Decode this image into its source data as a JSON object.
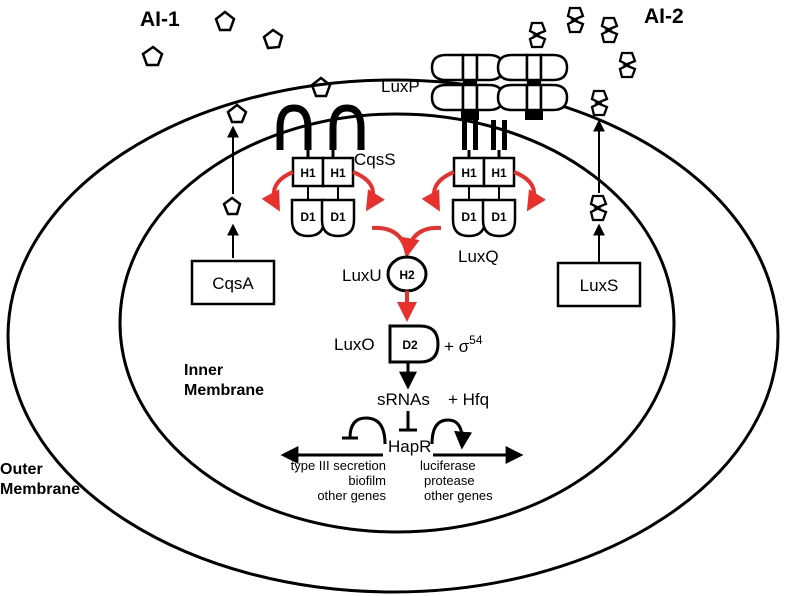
{
  "labels": {
    "ai1": "AI-1",
    "ai2": "AI-2",
    "inner_membrane_1": "Inner",
    "inner_membrane_2": "Membrane",
    "outer_membrane_1": "Outer",
    "outer_membrane_2": "Membrane",
    "luxp": "LuxP",
    "cqss": "CqsS",
    "luxq": "LuxQ",
    "luxu": "LuxU",
    "luxo": "LuxO",
    "cqsa": "CqsA",
    "luxs": "LuxS",
    "h1": "H1",
    "d1": "D1",
    "h2": "H2",
    "d2": "D2",
    "sigma": "+ σ",
    "sigma_sup": "54",
    "srnas": "sRNAs",
    "hfq": "+ Hfq",
    "hapr": "HapR"
  },
  "genes_left": [
    "type III secretion",
    "biofilm",
    "other genes"
  ],
  "genes_right": [
    "luciferase",
    "protease",
    "other genes"
  ],
  "colors": {
    "signal_arrow": "#e8312d",
    "line": "#000000",
    "background": "#ffffff"
  }
}
